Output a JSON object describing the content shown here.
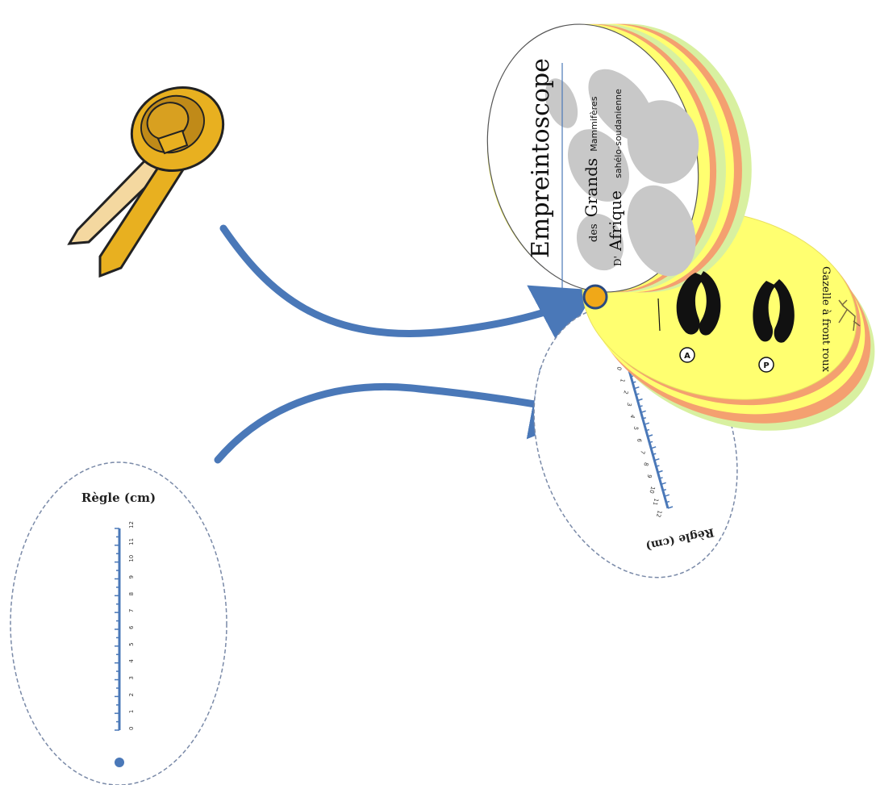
{
  "booklet": {
    "title": "Empreintoscope",
    "line2_small": "des",
    "line2_big": "Grands",
    "line2_tail": "Mammifères",
    "line3_small": "D'",
    "line3_big": "Afrique",
    "line3_tail": "sahélo-soudanienne",
    "page_caption": "Gazelle à front roux",
    "track_a": "A",
    "track_p": "P"
  },
  "ruler_loose": {
    "title": "Règle (cm)",
    "ticks": [
      "0",
      "1",
      "2",
      "3",
      "4",
      "5",
      "6",
      "7",
      "8",
      "9",
      "10",
      "11",
      "12"
    ]
  },
  "ruler_mounted": {
    "title": "Règle (cm)",
    "ticks": [
      "0",
      "1",
      "2",
      "3",
      "4",
      "5",
      "6",
      "7",
      "8",
      "9",
      "10",
      "11",
      "12"
    ]
  },
  "colors": {
    "arrow": "#4a78b8",
    "fastener": "#e8b020",
    "fastener_dark": "#b07a10",
    "page_yellow": "#ffff70",
    "page_orange": "#f4a070",
    "page_green": "#d8f0a0",
    "paw_gray": "#c8c8c8",
    "ruler_blue": "#4a78b8"
  },
  "icons": [
    "paper-fastener-icon",
    "arrow-icon",
    "hoof-print-icon",
    "gazelle-icon"
  ]
}
